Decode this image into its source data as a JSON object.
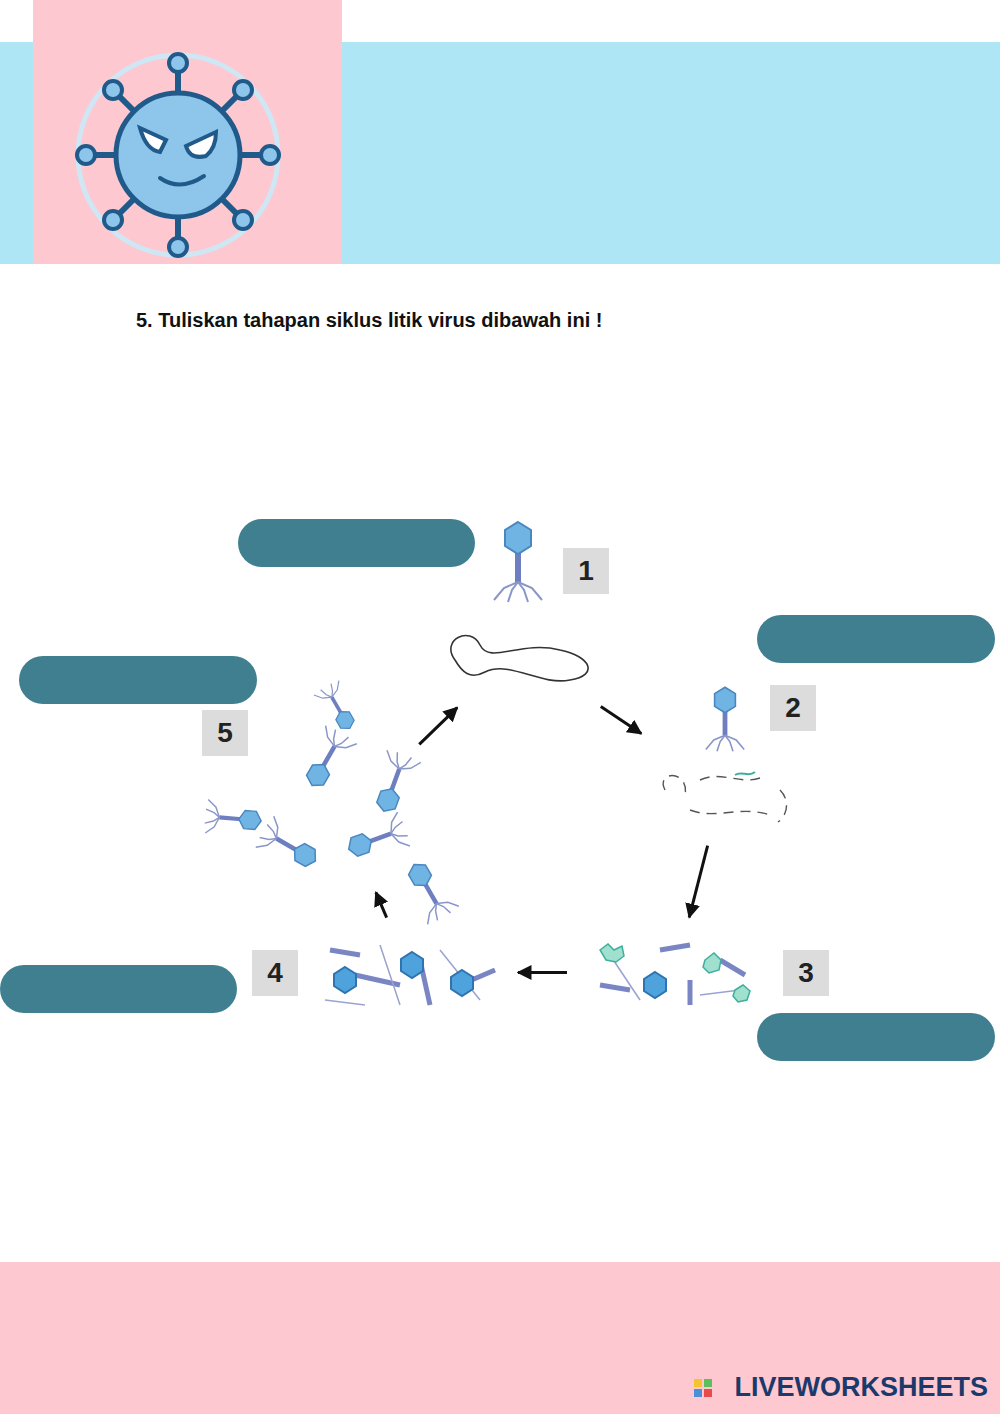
{
  "diagram": {
    "title": "5. Tuliskan tahapan siklus litik virus dibawah ini !",
    "nodes": [
      {
        "text": [
          "1"
        ]
      },
      {
        "text": [
          "2"
        ]
      },
      {
        "text": [
          "3"
        ]
      },
      {
        "text": [
          "4"
        ]
      },
      {
        "text": [
          "5"
        ]
      }
    ],
    "edges": [
      {
        "from": 0,
        "to": 1,
        "arrow": "to"
      },
      {
        "from": 1,
        "to": 2,
        "arrow": "to"
      },
      {
        "from": 2,
        "to": 3,
        "arrow": "to"
      },
      {
        "from": 3,
        "to": 4,
        "arrow": "to"
      },
      {
        "from": 4,
        "to": 0,
        "arrow": "to"
      }
    ],
    "labels": [
      "LIVEWORKSHEETS"
    ]
  }
}
